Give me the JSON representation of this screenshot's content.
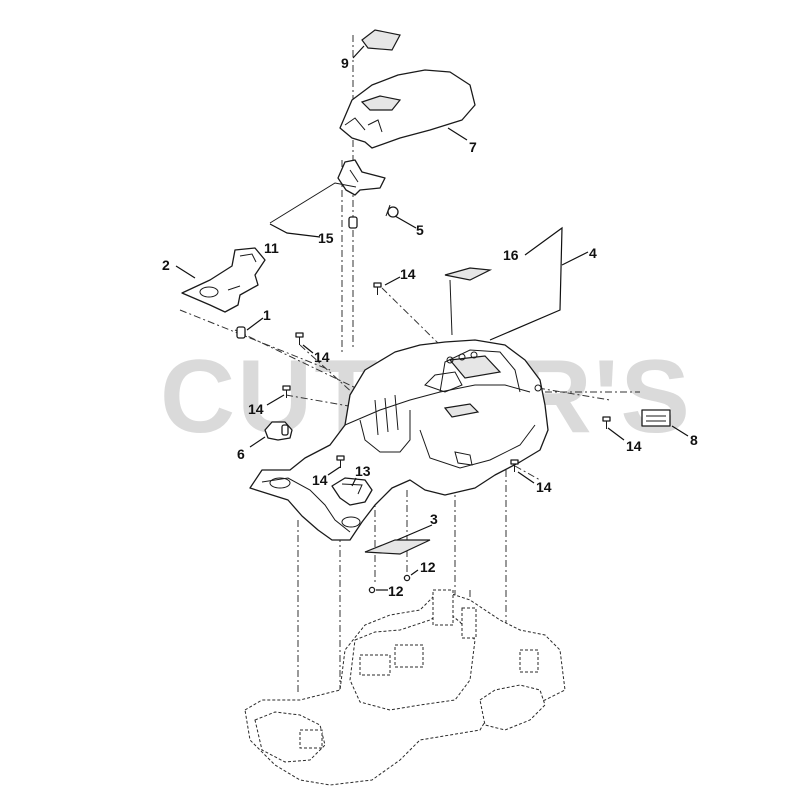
{
  "watermark": "CUTLER'S",
  "callouts": {
    "c1": "1",
    "c2": "2",
    "c3": "3",
    "c4": "4",
    "c5": "5",
    "c6": "6",
    "c7": "7",
    "c8": "8",
    "c9": "9",
    "c11": "11",
    "c12a": "12",
    "c12b": "12",
    "c13": "13",
    "c14a": "14",
    "c14b": "14",
    "c14c": "14",
    "c14d": "14",
    "c14e": "14",
    "c14f": "14",
    "c15": "15",
    "c16": "16"
  }
}
